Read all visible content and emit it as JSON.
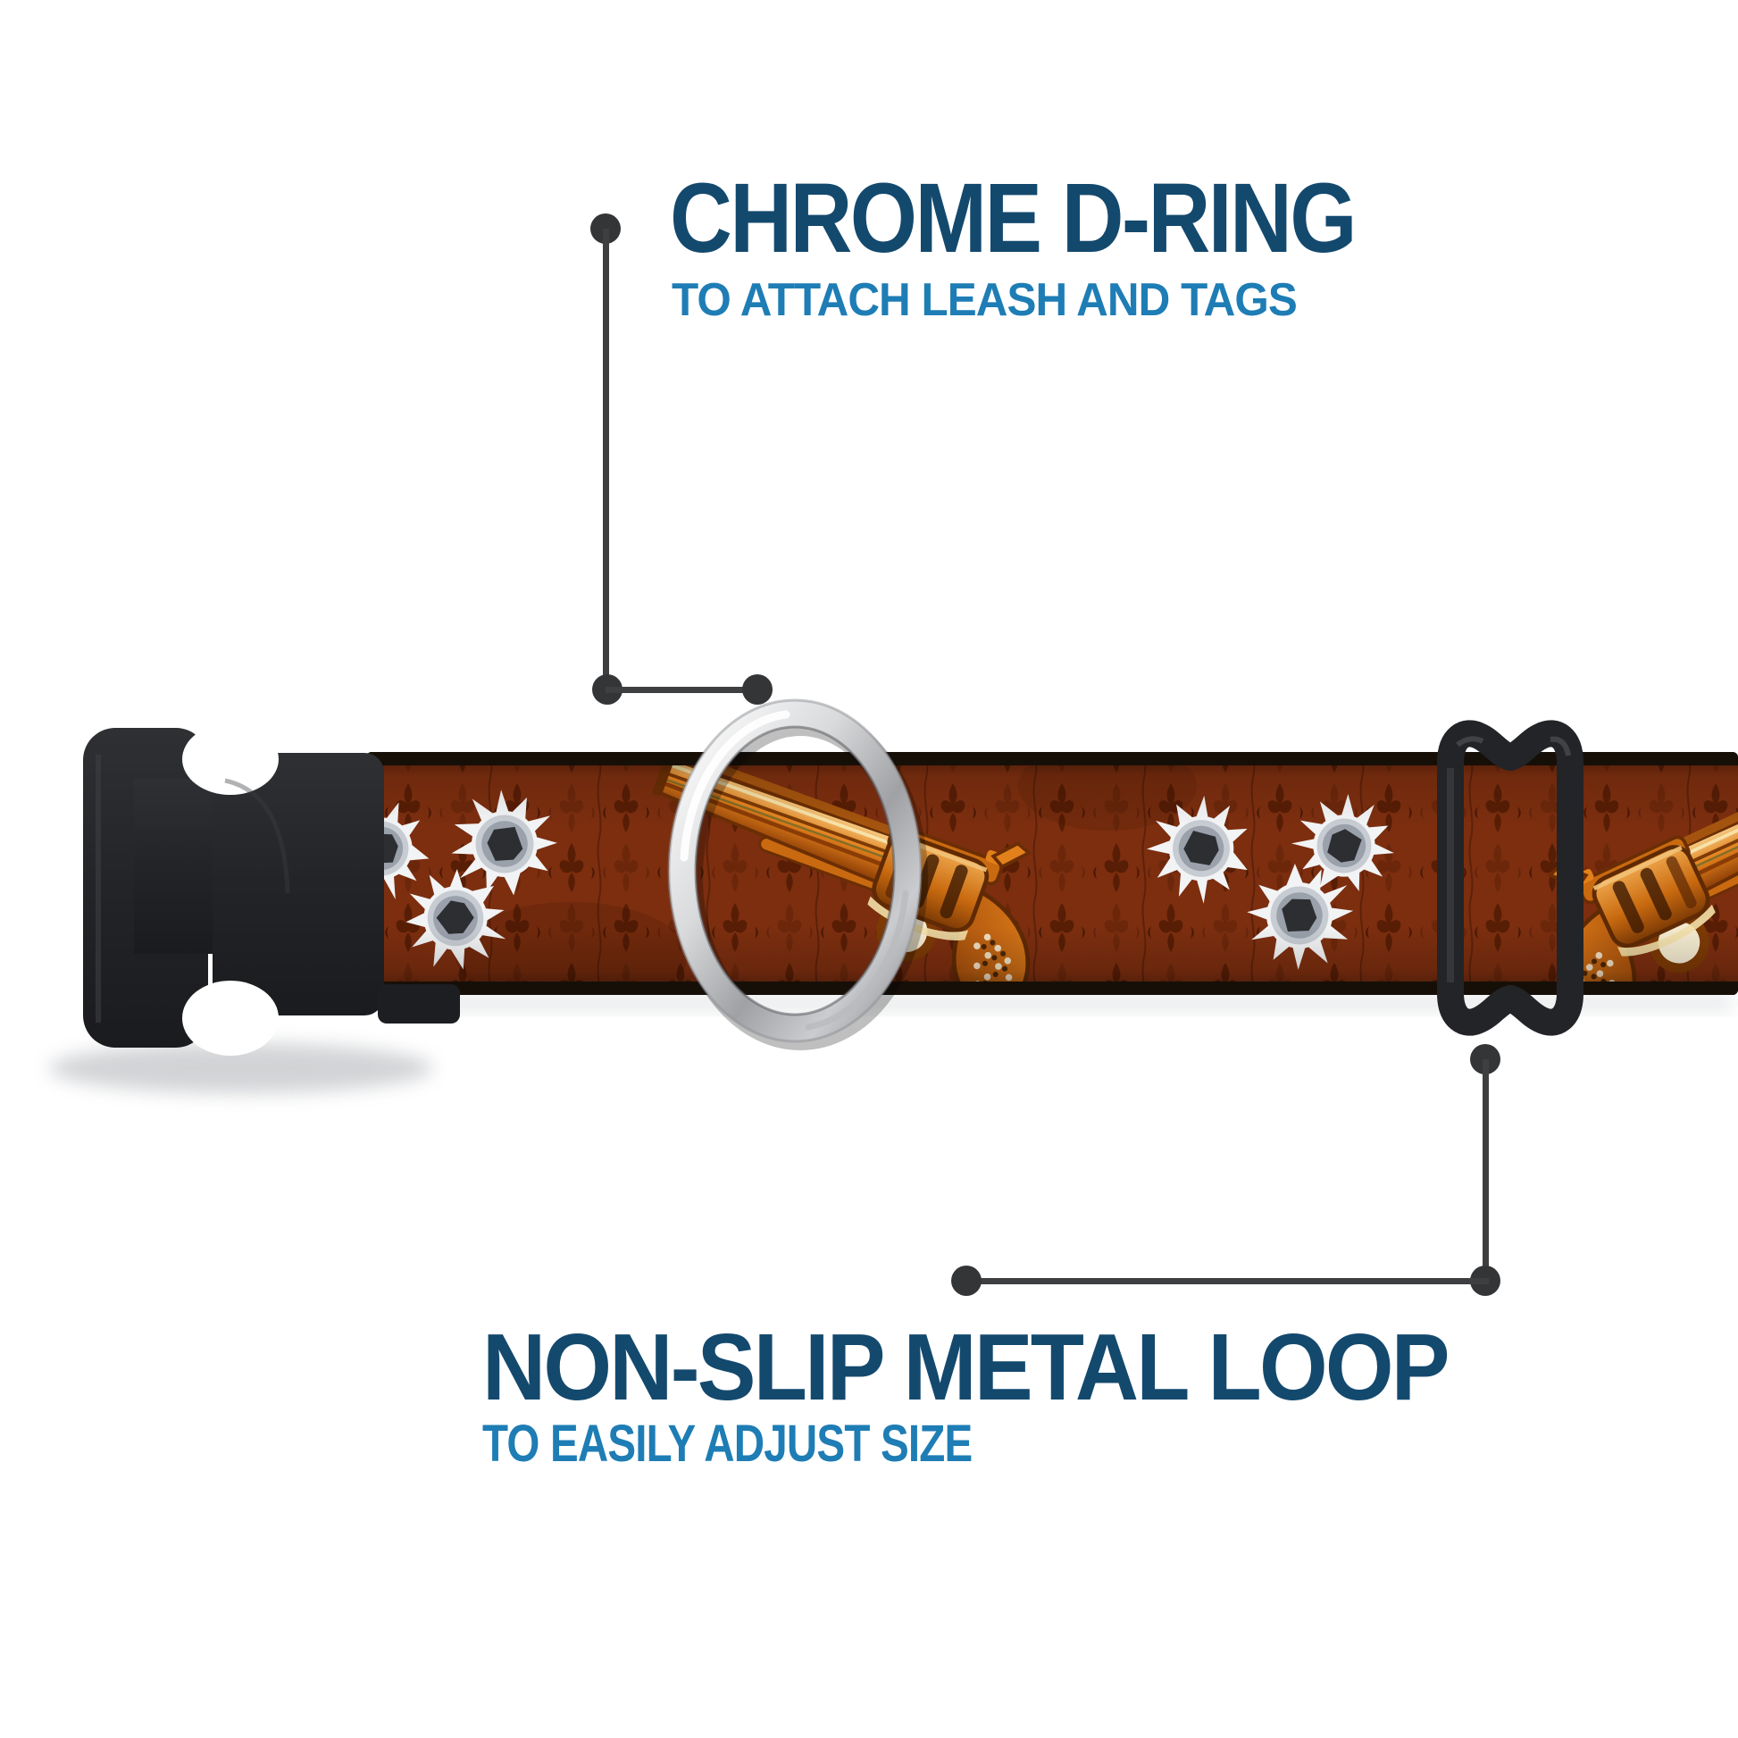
{
  "page": {
    "background_color": "#ffffff"
  },
  "callout_top": {
    "title": "CHROME D-RING",
    "subtitle": "TO ATTACH LEASH AND TAGS",
    "title_color": "#14496e",
    "subtitle_color": "#1e7db5"
  },
  "callout_bottom": {
    "title": "NON-SLIP METAL LOOP",
    "subtitle": "TO EASILY ADJUST SIZE",
    "title_color": "#14496e",
    "subtitle_color": "#1e7db5"
  },
  "callout_style": {
    "line_color": "#3d3f41",
    "dot_color": "#333537"
  },
  "collar": {
    "parts": [
      "plastic-side-release-buckle",
      "printed-nylon-strap",
      "chrome-d-ring",
      "black-metal-slider-loop"
    ],
    "strap_print": {
      "pattern": "dark damask",
      "motifs": [
        "bullet-holes",
        "orange-revolvers"
      ],
      "bullet_hole_count": 6
    },
    "colors": {
      "strap_base": "#7c2e0f",
      "strap_damask": "#581d05",
      "strap_edge": "#160f08",
      "buckle_black": "#232427",
      "chrome_light": "#f4f4f5",
      "chrome_dark": "#8b8d90",
      "revolver_orange": "#e2801c",
      "revolver_shadow": "#7c3a05",
      "revolver_cream": "#f2e0a8",
      "bullet_hole_white": "#f2f3f4"
    }
  }
}
